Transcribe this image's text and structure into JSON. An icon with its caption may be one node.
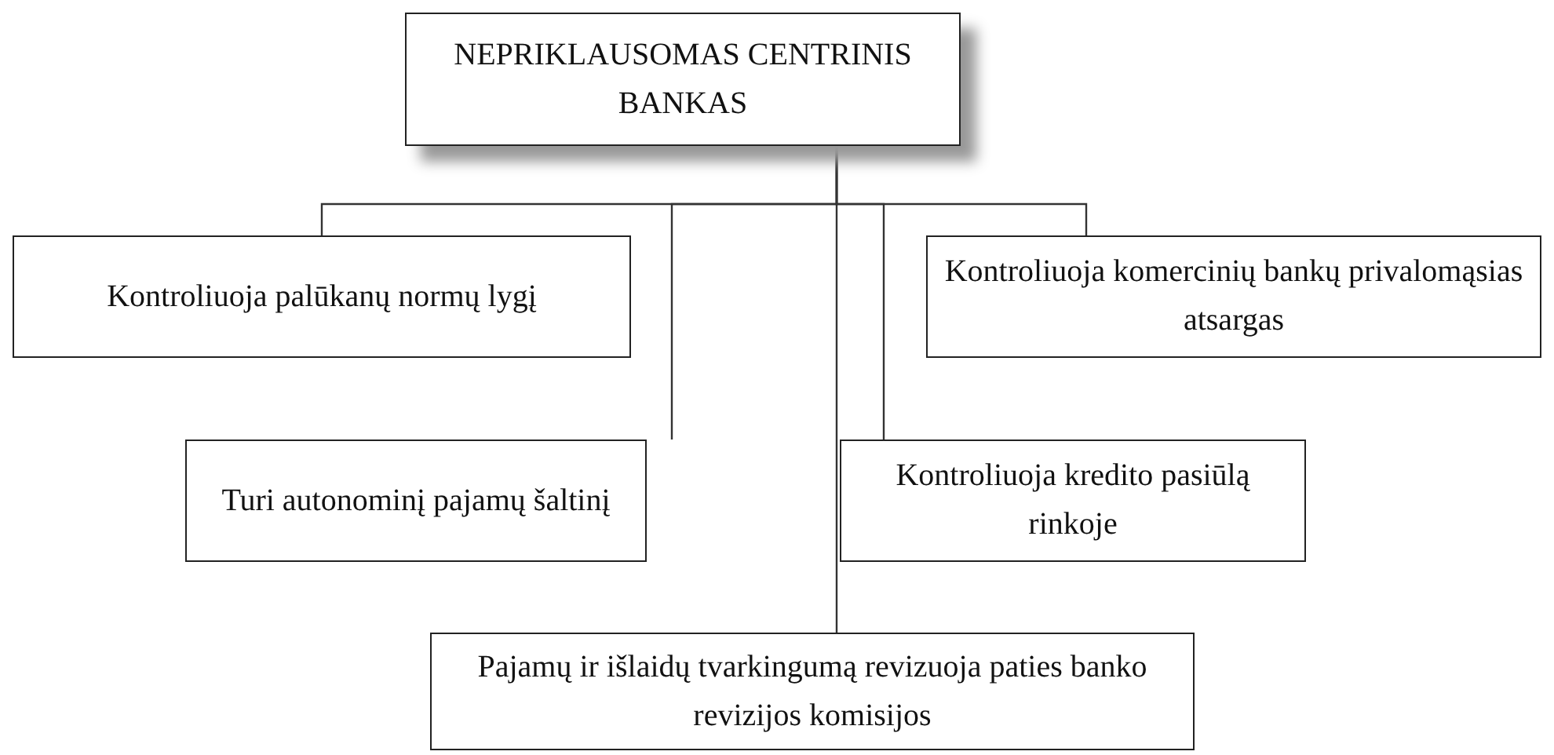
{
  "diagram": {
    "nodes": [
      {
        "text": [
          "NEPRIKLAUSOMAS CENTRINIS BANKAS"
        ]
      },
      {
        "text": [
          "Kontroliuoja palūkanų normų lygį"
        ]
      },
      {
        "text": [
          "Turi autonominį pajamų šaltinį"
        ]
      },
      {
        "text": [
          "Pajamų ir išlaidų tvarkingumą revizuoja paties banko revizijos komisijos"
        ]
      },
      {
        "text": [
          "Kontroliuoja kredito pasiūlą rinkoje"
        ]
      },
      {
        "text": [
          "Kontroliuoja komercinių bankų privalomąsias atsargas"
        ]
      }
    ],
    "edges": [
      {
        "from": 0,
        "to": 1,
        "arrow": "none"
      },
      {
        "from": 0,
        "to": 2,
        "arrow": "none"
      },
      {
        "from": 0,
        "to": 3,
        "arrow": "none"
      },
      {
        "from": 0,
        "to": 4,
        "arrow": "none"
      },
      {
        "from": 0,
        "to": 5,
        "arrow": "none"
      }
    ]
  }
}
